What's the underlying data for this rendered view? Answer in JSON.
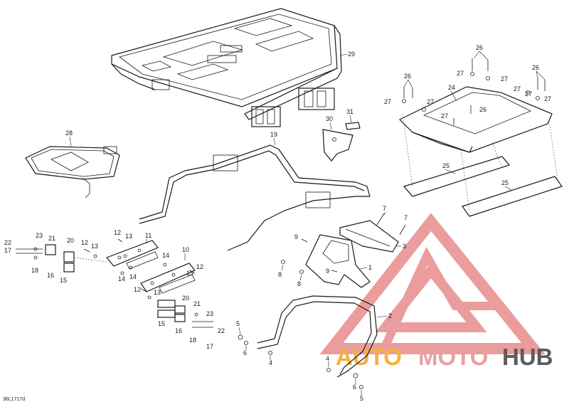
{
  "reference_code": "36L1717d",
  "watermark": {
    "word_parts": [
      "AUTO",
      "MOTO",
      "HUB"
    ],
    "colors": {
      "auto": "#f4b23e",
      "moto": "#e9a0a0",
      "hub": "#5b5b5b",
      "logo": "#e88b8b"
    }
  },
  "callouts": {
    "c29": "29",
    "c28": "28",
    "c19": "19",
    "c30": "30",
    "c31": "31",
    "c24": "24",
    "c25a": "25",
    "c25b": "25",
    "c26a": "26",
    "c26b": "26",
    "c26c": "26",
    "c26d": "26",
    "c27a": "27",
    "c27b": "27",
    "c27c": "27",
    "c27d": "27",
    "c27e": "27",
    "c27f": "27",
    "c27g": "27",
    "c27h": "27",
    "c7a": "7",
    "c7b": "7",
    "c3": "3",
    "c1": "1",
    "c2": "2",
    "c9a": "9",
    "c9b": "9",
    "c8a": "8",
    "c8b": "8",
    "c5a": "5",
    "c5b": "5",
    "c6a": "6",
    "c6b": "6",
    "c4a": "4",
    "c4b": "4",
    "c11": "11",
    "c10": "10",
    "c12a": "12",
    "c12b": "12",
    "c12c": "12",
    "c12d": "12",
    "c13a": "13",
    "c13b": "13",
    "c13c": "13",
    "c13d": "13",
    "c14a": "14",
    "c14b": "14",
    "c14c": "14",
    "c22a": "22",
    "c23a": "23",
    "c21a": "21",
    "c20a": "20",
    "c17a": "17",
    "c18a": "18",
    "c16a": "16",
    "c15a": "15",
    "c22b": "22",
    "c23b": "23",
    "c21b": "21",
    "c20b": "20",
    "c17b": "17",
    "c18b": "18",
    "c16b": "16",
    "c15b": "15"
  }
}
